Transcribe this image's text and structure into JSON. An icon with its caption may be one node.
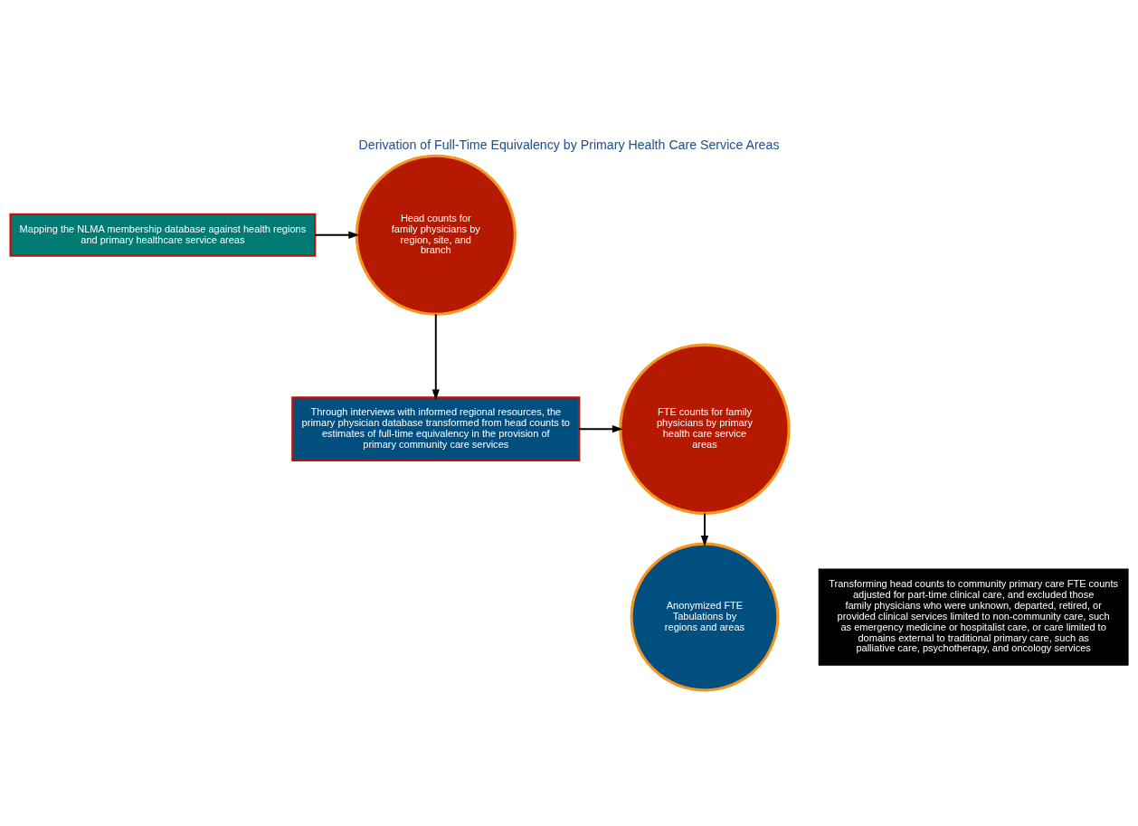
{
  "diagram": {
    "title": "Derivation of Full-Time Equivalency by Primary Health Care Service Areas",
    "nodes": [
      {
        "text": [
          "Mapping the NLMA membership database against health regions and primary healthcare service areas"
        ]
      },
      {
        "text": [
          "Head counts for family physicians by region, site, and branch"
        ]
      },
      {
        "text": [
          "Through interviews with informed regional resources, the primary physician database transformed from head counts to estimates of full-time equivalency in the provision of primary community care services"
        ]
      },
      {
        "text": [
          "Transforming head counts to community primary care FTE counts adjusted for part-time clinical care, and excluded those family physicians who were unknown, departed, retired, or provided clinical services limited to non-community care, such as emergency medicine or hospitalist care, or care limited to domains external to traditional primary care, such as palliative care, psychotherapy, and oncology services"
        ]
      },
      {
        "text": [
          "FTE counts for family physicians by primary health care service areas"
        ]
      },
      {
        "text": [
          "Anonymized FTE Tabulations by regions and areas"
        ]
      }
    ],
    "edges": [
      {
        "from": 0,
        "to": 1,
        "arrow": "to"
      },
      {
        "from": 1,
        "to": 2,
        "arrow": "to"
      },
      {
        "from": 2,
        "to": 4,
        "arrow": "to"
      },
      {
        "from": 4,
        "to": 5,
        "arrow": "to"
      }
    ]
  }
}
